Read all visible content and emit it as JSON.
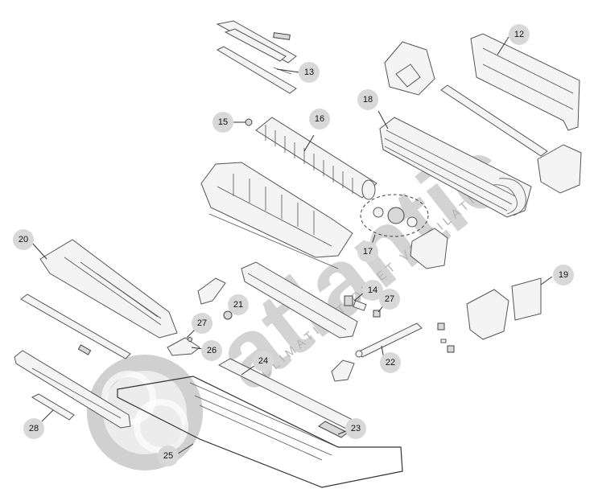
{
  "watermark": {
    "brand": "atlantic",
    "tagline": "CLIMATISATION ET VENTILATION"
  },
  "callouts": [
    {
      "id": "c12",
      "label": "12"
    },
    {
      "id": "c13",
      "label": "13"
    },
    {
      "id": "c15",
      "label": "15"
    },
    {
      "id": "c16",
      "label": "16"
    },
    {
      "id": "c18",
      "label": "18"
    },
    {
      "id": "c17",
      "label": "17"
    },
    {
      "id": "c20",
      "label": "20"
    },
    {
      "id": "c14",
      "label": "14"
    },
    {
      "id": "c27a",
      "label": "27"
    },
    {
      "id": "c21",
      "label": "21"
    },
    {
      "id": "c27b",
      "label": "27"
    },
    {
      "id": "c26",
      "label": "26"
    },
    {
      "id": "c19",
      "label": "19"
    },
    {
      "id": "c24",
      "label": "24"
    },
    {
      "id": "c22",
      "label": "22"
    },
    {
      "id": "c23",
      "label": "23"
    },
    {
      "id": "c28",
      "label": "28"
    },
    {
      "id": "c25",
      "label": "25"
    }
  ]
}
